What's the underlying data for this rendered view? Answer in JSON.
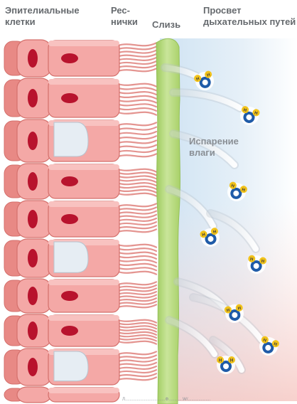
{
  "labels": {
    "epithelial_cells": "Эпителиальные\nклетки",
    "cilia": "Рес-\nнички",
    "mucus": "Слизь",
    "airway_lumen": "Просвет\nдыхательных путей",
    "evaporation": "Испарение\nвлаги",
    "credit": "Л..................................Ф............W/..................."
  },
  "molecule": {
    "hydrogen": "H",
    "oxygen": "O"
  },
  "colors": {
    "cell_fill": "#f4a8a6",
    "cell_outline": "#d4706c",
    "nucleus": "#b8132d",
    "cilia": "#e49591",
    "mucus": "#b6d97c",
    "lumen": "#cfe3f3",
    "goblet": "#e6edf3",
    "arrow": "#b9c3cc",
    "hydrogen": "#f2c31a",
    "oxygen": "#1f5ba8",
    "label": "#666a6e"
  },
  "icons": [
    "cilia-icon",
    "water-molecule-icon",
    "evaporation-arrow-icon"
  ]
}
